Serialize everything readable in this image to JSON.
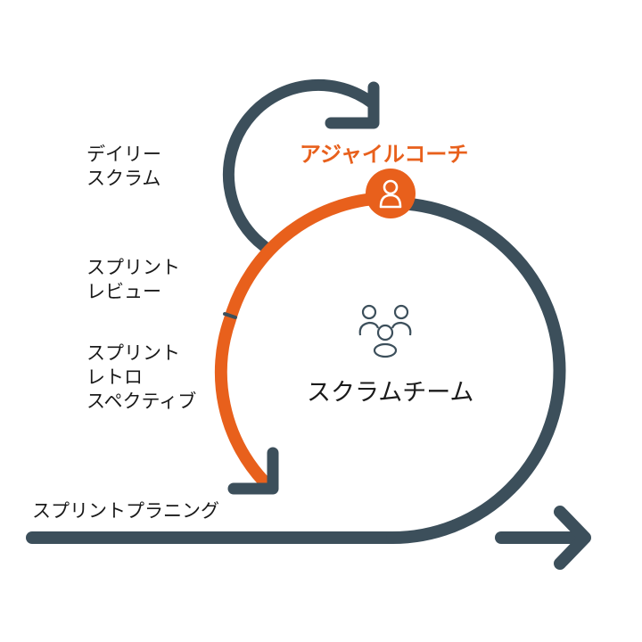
{
  "colors": {
    "track": "#3c4f5b",
    "accent": "#e8601c",
    "text": "#1a1a1a",
    "background": "#ffffff"
  },
  "labels": {
    "daily_scrum": [
      "デイリー",
      "スクラム"
    ],
    "sprint_review": [
      "スプリント",
      "レビュー"
    ],
    "sprint_retrospective": [
      "スプリント",
      "レトロ",
      "スペクティブ"
    ],
    "sprint_planning": "スプリントプラニング",
    "agile_coach": "アジャイルコーチ",
    "scrum_team": "スクラムチーム"
  },
  "icons": {
    "coach": "person-icon",
    "team": "group-icon",
    "arrow": "arrow-right-icon"
  }
}
